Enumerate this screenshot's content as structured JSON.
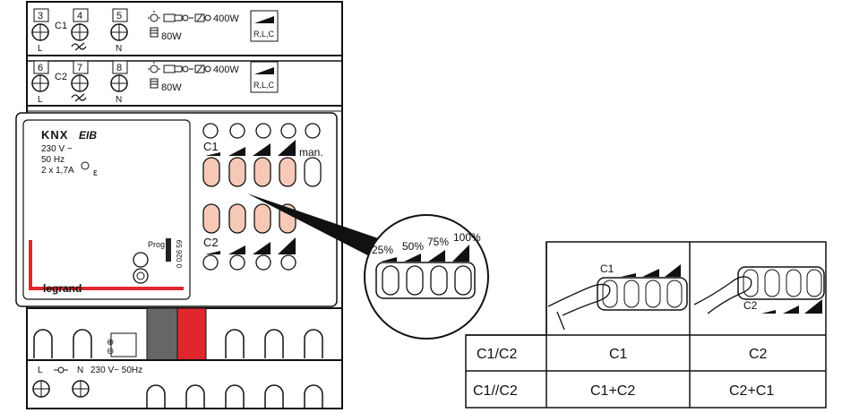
{
  "colors": {
    "red": "#e1262d",
    "button_fill": "#f6c9b6",
    "dark_gray": "#666666",
    "ink": "#111111"
  },
  "terminals_top": {
    "row1": {
      "t3": "3",
      "t4": "4",
      "t5": "5",
      "ch": "C1",
      "l": "L",
      "n": "N"
    },
    "row2": {
      "t6": "6",
      "t7": "7",
      "t8": "8",
      "ch": "C2",
      "l": "L",
      "n": "N"
    }
  },
  "load": {
    "power_max": "400W",
    "power_fluo": "80W",
    "rlc": "R,L,C"
  },
  "device": {
    "brand_knx": "KNX",
    "brand_eib": "EIB",
    "voltage": "230 V ~",
    "freq": "50 Hz",
    "current": "2 x 1,7A",
    "epsilon": "ε",
    "prog_label": "Prog",
    "ref": "0 026 59",
    "logo": "legrand",
    "ch1": "C1",
    "ch2": "C2",
    "man": "man."
  },
  "bottom_terminals": {
    "l": "L",
    "n": "N",
    "supply": "230 V~ 50Hz"
  },
  "zoom": {
    "p25": "25%",
    "p50": "50%",
    "p75": "75%",
    "p100": "100%"
  },
  "table": {
    "img1_label": "C1",
    "img2_label": "C2",
    "rows": [
      {
        "mode": "C1/C2",
        "a": "C1",
        "b": "C2"
      },
      {
        "mode": "C1//C2",
        "a": "C1+C2",
        "b": "C2+C1"
      }
    ]
  }
}
